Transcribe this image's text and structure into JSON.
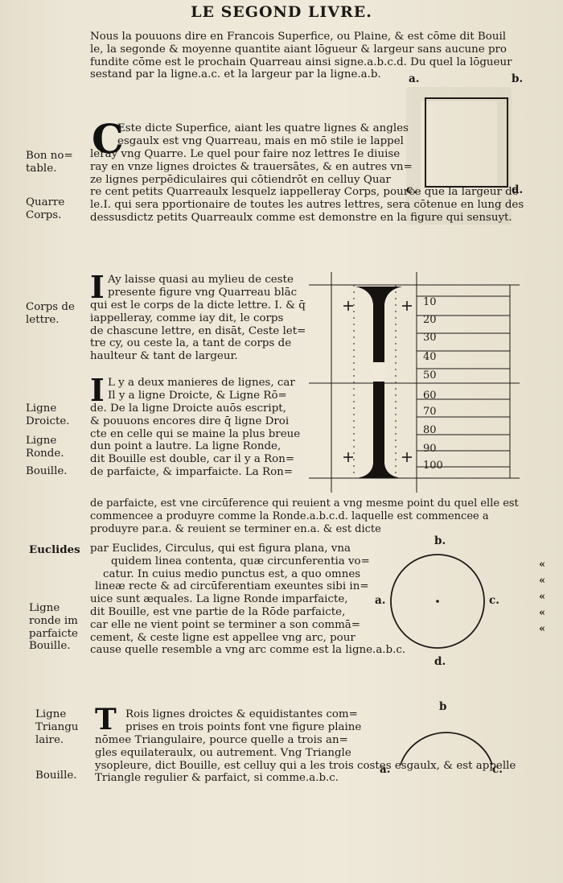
{
  "header": {
    "title": "LE SEGOND LIVRE."
  },
  "para1": {
    "lines": [
      "Nous la pouuons dire en Francois Superfice, ou Plaine, & est cōme dit Bouil",
      "le, la segonde & moyenne quantite aiant lōgueur & largeur sans aucune pro",
      "fundite cōme est le prochain Quarreau ainsi signe.a.b.c.d. Du quel la lōgueur",
      "sestand par la ligne.a.c. et la largeur par la ligne.a.b."
    ]
  },
  "square": {
    "a": "a.",
    "b": "b.",
    "c": "c.",
    "d": "d."
  },
  "para2": {
    "initial": "C",
    "lines": [
      "Este dicte Superfice, aiant les quatre lignes & angles",
      "esgaulx est vng Quarreau, mais en mō stile ie lappel",
      "leray vng Quarre. Le quel pour faire noz lettres Ie diuise",
      "ray en vnze lignes droictes & trauersātes, & en autres vn=",
      "ze lignes perpēdiculaires qui cōtiendrōt en celluy Quar",
      "re cent petits Quarreaulx lesquelz iappelleray Corps, pource que la largeur de",
      "le.I. qui sera pportionaire de toutes les autres lettres, sera cōtenue en lung des",
      "dessusdictz petits Quarreaulx comme est demonstre en la figure qui sensuyt."
    ]
  },
  "margin_notes": {
    "bon_nostable": [
      "Bon no=",
      "table."
    ],
    "quarre_corps": [
      "Quarre",
      "Corps."
    ],
    "corps_lettre": [
      "Corps de",
      "lettre."
    ],
    "ligne_droicte": [
      "Ligne",
      "Droicte."
    ],
    "ligne_ronde": [
      "Ligne",
      "Ronde."
    ],
    "bouille1": [
      "Bouille."
    ],
    "euclides": [
      "Euclides"
    ],
    "ligne_ronde_im": [
      "Ligne",
      "ronde im",
      "parfaicte",
      "Bouille."
    ],
    "ligne_triangu": [
      "Ligne",
      "Triangu",
      "laire."
    ],
    "bouille2": [
      "Bouille."
    ]
  },
  "para3": {
    "initial": "I",
    "lines": [
      "Ay laisse quasi au mylieu de ceste",
      "presente figure vng Quarreau blāc",
      "qui est le corps de la dicte lettre. I. & q̄",
      "iappelleray, comme iay dit, le corps",
      "de chascune lettre, en disāt, Ceste let=",
      "tre cy, ou ceste la, a tant de corps de",
      "haulteur & tant de largeur."
    ]
  },
  "para4": {
    "initial": "I",
    "lines": [
      "L y a deux manieres de lignes, car",
      "Il y a ligne Droicte, & Ligne Rō=",
      "de. De la ligne Droicte auōs escript,",
      "& pouuons encores dire q̄ ligne Droi",
      "cte en celle qui se maine la plus breue",
      "dun point a lautre. La ligne Ronde,",
      "dit Bouille est double, car il y a Ron=",
      "de parfaicte, & imparfaicte. La Ron="
    ],
    "tail_lines": [
      "de parfaicte, est vne circūference qui reuient a vng mesme point du quel elle est",
      "commencee a produyre comme la Ronde.a.b.c.d. laquelle est commencee a",
      "produyre par.a. & reuient se terminer en.a. & est dicte"
    ]
  },
  "grid_numbers": [
    "10",
    "20",
    "30",
    "40",
    "50",
    "60",
    "70",
    "80",
    "90",
    "100"
  ],
  "para5": {
    "lines": [
      "par Euclides, Circulus, qui est figura plana, vna",
      "quidem linea contenta, quæ circunferentia vo=",
      "catur. In cuius medio punctus est, a quo omnes",
      "lineæ recte & ad circūferentiam exeuntes sibi in=",
      "uice sunt æquales. La ligne Ronde imparfaicte,",
      "dit Bouille, est vne partie de la Rōde parfaicte,",
      "car elle ne vient point se terminer a son commā=",
      "cement, & ceste ligne est appellee vng arc, pour",
      "cause quelle resemble a vng arc comme est la ligne.a.b.c."
    ]
  },
  "circle": {
    "a": "a.",
    "b": "b.",
    "c": "c.",
    "d": "d."
  },
  "para6": {
    "initial": "T",
    "lines": [
      "Rois lignes droictes & equidistantes com=",
      "prises en trois points font vne figure plaine",
      "nōmee Triangulaire, pource quelle a trois an=",
      "gles equilateraulx, ou autrement. Vng Triangle",
      "ysopleure, dict Bouille, est celluy qui a les trois costes esgaulx, & est appelle",
      "Triangle regulier & parfaict, si comme.a.b.c."
    ]
  },
  "arc": {
    "a": "a.",
    "b": "b",
    "c": "c."
  }
}
